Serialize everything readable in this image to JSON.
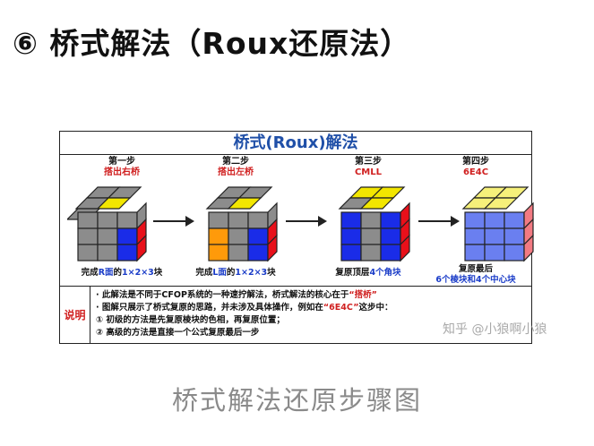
{
  "heading": "⑥ 桥式解法（Roux还原法）",
  "frame": {
    "title": "桥式(Roux)解法",
    "steps": [
      {
        "num": "第一步",
        "task": "搭出右桥",
        "desc_a": "完成",
        "desc_b": "R面",
        "desc_c": "的",
        "desc_d": "1×2×3",
        "desc_e": "块"
      },
      {
        "num": "第二步",
        "task": "搭出左桥",
        "desc_a": "完成",
        "desc_b": "L面",
        "desc_c": "的",
        "desc_d": "1×2×3",
        "desc_e": "块"
      },
      {
        "num": "第三步",
        "task": "CMLL",
        "desc_a": "复原顶层",
        "desc_b": "4个角块"
      },
      {
        "num": "第四步",
        "task": "6E4C",
        "desc_a": "复原最后",
        "desc_b": "6个棱块和4个中心块"
      }
    ],
    "notes_label": "说明",
    "notes": [
      {
        "pre": "· 此解法是不同于CFOP系统的一种速拧解法，桥式解法的核心在于",
        "hl": "“搭桥”",
        "post": ""
      },
      {
        "pre": "· 图解只展示了桥式复原的思路，并未涉及具体操作，例如在",
        "hl": "“6E4C”",
        "post": "这步中："
      },
      {
        "pre": "  ① 初级的方法是先复原棱块的色相，再复原位置；",
        "hl": "",
        "post": ""
      },
      {
        "pre": "  ② 高级的方法是直接一个公式复原最后一步",
        "hl": "",
        "post": ""
      }
    ]
  },
  "watermark": "知乎 @小狼啊小狼",
  "caption": "桥式解法还原步骤图",
  "colors": {
    "title_blue": "#2050a8",
    "accent_red": "#d02020",
    "accent_blue": "#1a3cc8"
  }
}
